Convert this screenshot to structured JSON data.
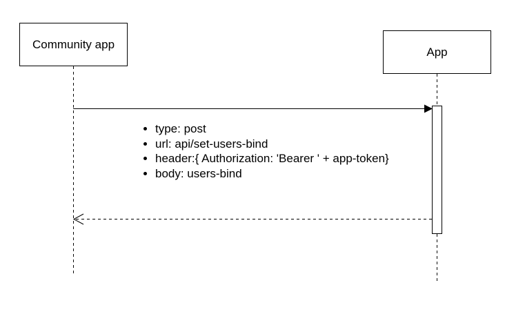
{
  "participants": {
    "community": "Community app",
    "app": "App"
  },
  "message": {
    "details": [
      "type: post",
      "url: api/set-users-bind",
      "header:{ Authorization: 'Bearer ' + app-token}",
      "body: users-bind"
    ]
  }
}
